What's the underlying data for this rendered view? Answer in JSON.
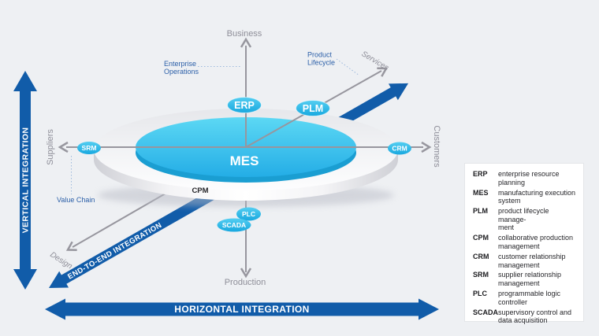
{
  "colors": {
    "background": "#eef0f3",
    "integration_blue": "#115ca9",
    "badge_cyan_top": "#54cef1",
    "badge_cyan_bottom": "#18a8df",
    "disc_cyan_top": "#5cd8f4",
    "disc_cyan_bottom": "#24ade6",
    "axis_gray": "#97969e",
    "label_gray": "#8e8e98",
    "annotation_blue": "#2b5fa8",
    "legend_background": "#ffffff",
    "legend_text": "#26262a"
  },
  "integration_bars": {
    "vertical": "VERTICAL INTEGRATION",
    "horizontal": "HORIZONTAL INTEGRATION",
    "end_to_end": "END-TO-END INTEGRATION"
  },
  "axis_labels": {
    "business": "Business",
    "production": "Production",
    "suppliers": "Suppliers",
    "customers": "Customers",
    "design": "Design",
    "services": "Services"
  },
  "annotations": {
    "enterprise_operations": [
      "Enterprise",
      "Operations"
    ],
    "product_lifecycle": [
      "Product",
      "Lifecycle"
    ],
    "value_chain": "Value Chain"
  },
  "systems": {
    "mes": "MES",
    "cpm": "CPM",
    "erp": "ERP",
    "plm": "PLM",
    "srm": "SRM",
    "crm": "CRM",
    "plc": "PLC",
    "scada": "SCADA"
  },
  "legend": {
    "items": [
      {
        "term": "ERP",
        "definition_line1": "enterprise resource",
        "definition_line2": "planning"
      },
      {
        "term": "MES",
        "definition_line1": "manufacturing execution",
        "definition_line2": "system"
      },
      {
        "term": "PLM",
        "definition_line1": "product lifecycle manage-",
        "definition_line2": "ment"
      },
      {
        "term": "CPM",
        "definition_line1": "collaborative production",
        "definition_line2": "management"
      },
      {
        "term": "CRM",
        "definition_line1": "customer relationship",
        "definition_line2": "management"
      },
      {
        "term": "SRM",
        "definition_line1": "supplier relationship",
        "definition_line2": "management"
      },
      {
        "term": "PLC",
        "definition_line1": "programmable logic",
        "definition_line2": "controller"
      },
      {
        "term": "SCADA",
        "definition_line1": "supervisory control and",
        "definition_line2": "data acquisition"
      }
    ]
  }
}
